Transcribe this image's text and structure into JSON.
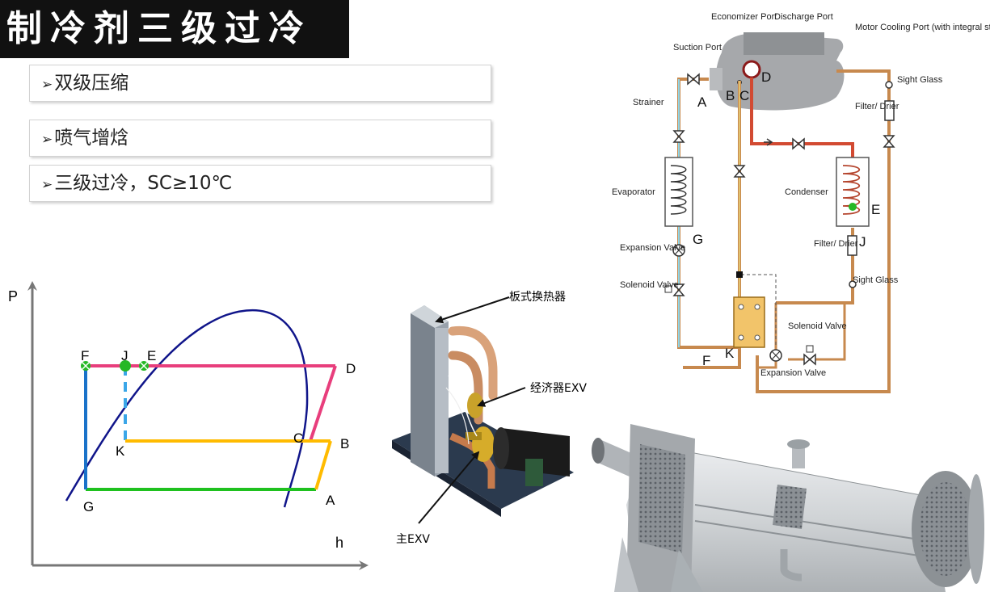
{
  "title": "制冷剂三级过冷",
  "bullets": [
    {
      "marker": "➢",
      "text": "双级压缩"
    },
    {
      "marker": "➢",
      "text": "喷气增焓"
    },
    {
      "marker": "➢",
      "text": "三级过冷，SC≥10℃"
    }
  ],
  "ph_diagram": {
    "y_axis": "P",
    "x_axis": "h",
    "points": {
      "F": "F",
      "J": "J",
      "E": "E",
      "D": "D",
      "C": "C",
      "B": "B",
      "K": "K",
      "G": "G",
      "A": "A"
    },
    "colors": {
      "condensing": "#e83e7c",
      "evaporating": "#1fc11f",
      "economizer": "#ffbb00",
      "expansion": "#1a72c9",
      "dome": "#10158a",
      "marker": "#25b825"
    }
  },
  "economizer_photo": {
    "plate_hx": "板式换热器",
    "econ_exv": "经济器EXV",
    "main_exv": "主EXV"
  },
  "schematic": {
    "economizer_port": "Economizer Port",
    "discharge_port": "Discharge Port",
    "motor_cooling_port": "Motor Cooling Port (with integral strainer)",
    "suction_port": "Suction Port",
    "strainer": "Strainer",
    "sight_glass_top": "Sight Glass",
    "filter_drier_top": "Filter/ Drier",
    "evaporator": "Evaporator",
    "condenser": "Condenser",
    "expansion_valve_left": "Expansion Valve",
    "filter_drier_right": "Filter/ Drier",
    "solenoid_valve_left": "Solenoid Valve",
    "sight_glass_right": "Sight Glass",
    "solenoid_valve_bottom": "Solenoid Valve",
    "expansion_valve_bottom": "Expansion Valve",
    "points": {
      "A": "A",
      "B": "B",
      "C": "C",
      "D": "D",
      "E": "E",
      "F": "F",
      "G": "G",
      "J": "J",
      "K": "K"
    }
  }
}
